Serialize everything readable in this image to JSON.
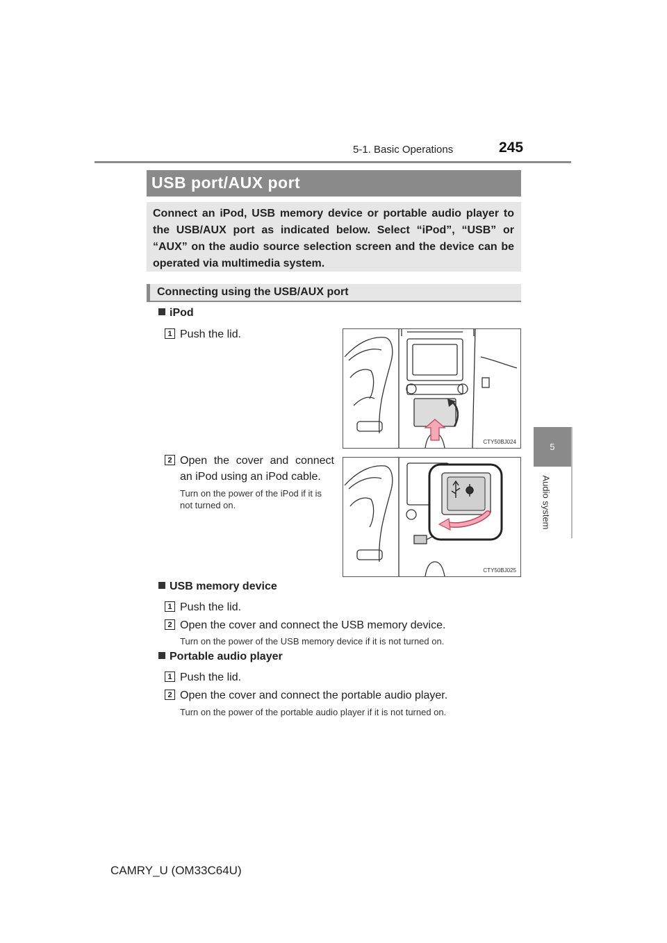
{
  "header": {
    "section": "5-1. Basic Operations",
    "page_number": "245"
  },
  "side_tab": {
    "chapter_number": "5",
    "chapter_title": "Audio system"
  },
  "title": "USB port/AUX port",
  "intro": "Connect an iPod, USB memory device or portable audio player to the USB/AUX port as indicated below. Select “iPod”, “USB” or “AUX” on the audio source selection screen and the device can be operated via multimedia system.",
  "subheading": "Connecting using the USB/AUX port",
  "ipod": {
    "heading": "iPod",
    "step1_num": "1",
    "step1": "Push the lid.",
    "step2_num": "2",
    "step2": "Open the cover and connect an iPod using an iPod cable.",
    "note": "Turn on the power of the iPod if it is not turned on.",
    "fig1_code": "CTY50BJ024",
    "fig2_code": "CTY50BJ025"
  },
  "usb": {
    "heading": "USB memory device",
    "step1_num": "1",
    "step1": "Push the lid.",
    "step2_num": "2",
    "step2": "Open the cover and connect the USB memory device.",
    "note": "Turn on the power of the USB memory device if it is not turned on."
  },
  "portable": {
    "heading": "Portable audio player",
    "step1_num": "1",
    "step1": "Push the lid.",
    "step2_num": "2",
    "step2": "Open the cover and connect the portable audio player.",
    "note": "Turn on the power of the portable audio player if it is not turned on."
  },
  "footer": {
    "model": "CAMRY_U (OM33C64U)"
  }
}
